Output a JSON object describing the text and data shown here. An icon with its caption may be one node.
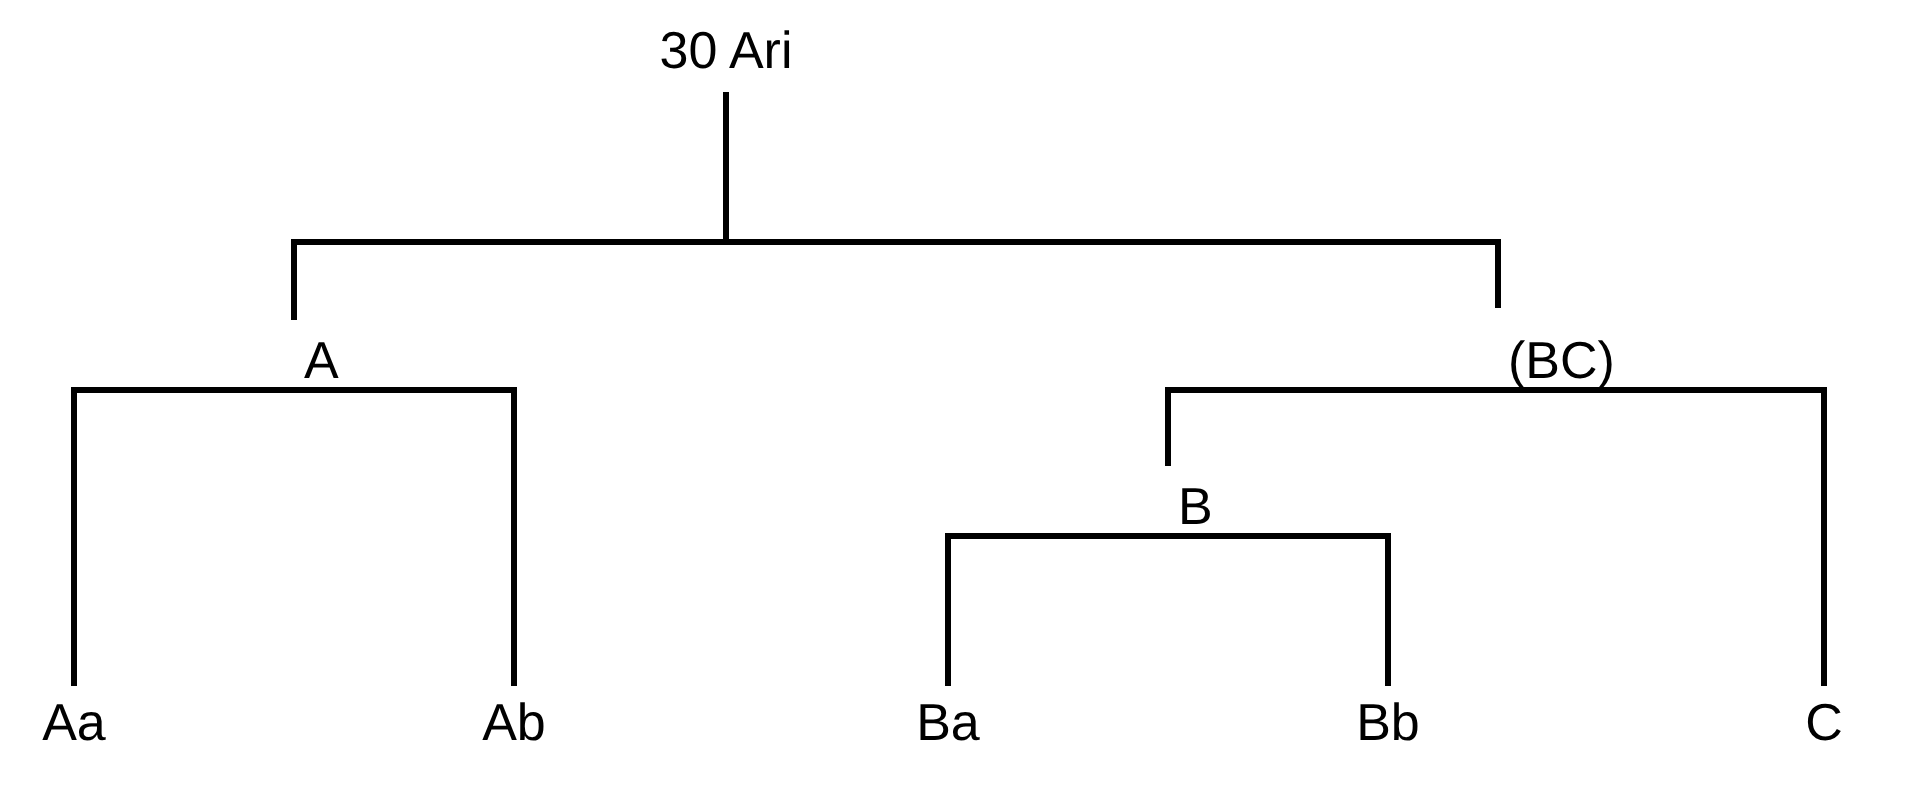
{
  "diagram": {
    "nodes": [
      {
        "text": [
          "30 Ari"
        ]
      },
      {
        "text": [
          "A"
        ]
      },
      {
        "text": [
          "(BC)"
        ]
      },
      {
        "text": [
          "B"
        ]
      },
      {
        "text": [
          "Aa"
        ]
      },
      {
        "text": [
          "Ab"
        ]
      },
      {
        "text": [
          "Ba"
        ]
      },
      {
        "text": [
          "Bb"
        ]
      },
      {
        "text": [
          "C"
        ]
      }
    ],
    "edges": [
      {
        "from": 0,
        "to": 1,
        "arrow": "none"
      },
      {
        "from": 0,
        "to": 2,
        "arrow": "none"
      },
      {
        "from": 1,
        "to": 4,
        "arrow": "none"
      },
      {
        "from": 1,
        "to": 5,
        "arrow": "none"
      },
      {
        "from": 2,
        "to": 3,
        "arrow": "none"
      },
      {
        "from": 2,
        "to": 8,
        "arrow": "none"
      },
      {
        "from": 3,
        "to": 6,
        "arrow": "none"
      },
      {
        "from": 3,
        "to": 7,
        "arrow": "none"
      }
    ]
  }
}
